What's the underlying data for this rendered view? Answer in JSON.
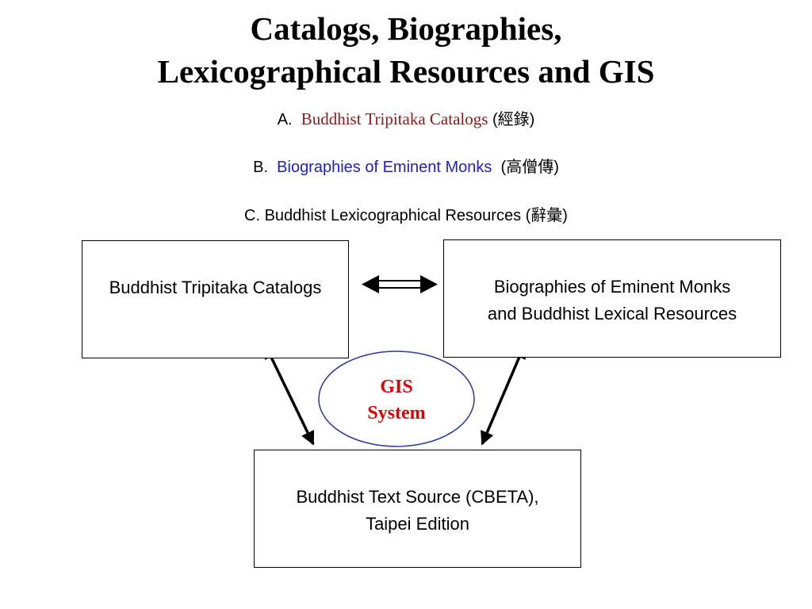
{
  "title": {
    "line1": "Catalogs, Biographies,",
    "line2": "Lexicographical Resources and GIS"
  },
  "list": {
    "a": {
      "prefix": "A.",
      "text": "Buddhist Tripitaka Catalogs",
      "chinese": "(經錄)"
    },
    "b": {
      "prefix": "B.",
      "text": "Biographies of Eminent Monks",
      "chinese": "(高僧傳)"
    },
    "c": {
      "text": "C. Buddhist Lexicographical Resources (辭彙)"
    }
  },
  "boxes": {
    "catalogs": "Buddhist Tripitaka Catalogs",
    "biographies": {
      "line1": "Biographies of Eminent Monks",
      "line2": "and Buddhist Lexical Resources"
    },
    "cbeta": {
      "line1": "Buddhist Text Source (CBETA),",
      "line2": "Taipei Edition"
    }
  },
  "gis": {
    "line1": "GIS",
    "line2": "System"
  },
  "colors": {
    "catalog_red": "#8b1a1a",
    "monks_blue": "#1f1fbf",
    "gis_red": "#e00000",
    "ellipse_border": "#2b3a9a"
  }
}
